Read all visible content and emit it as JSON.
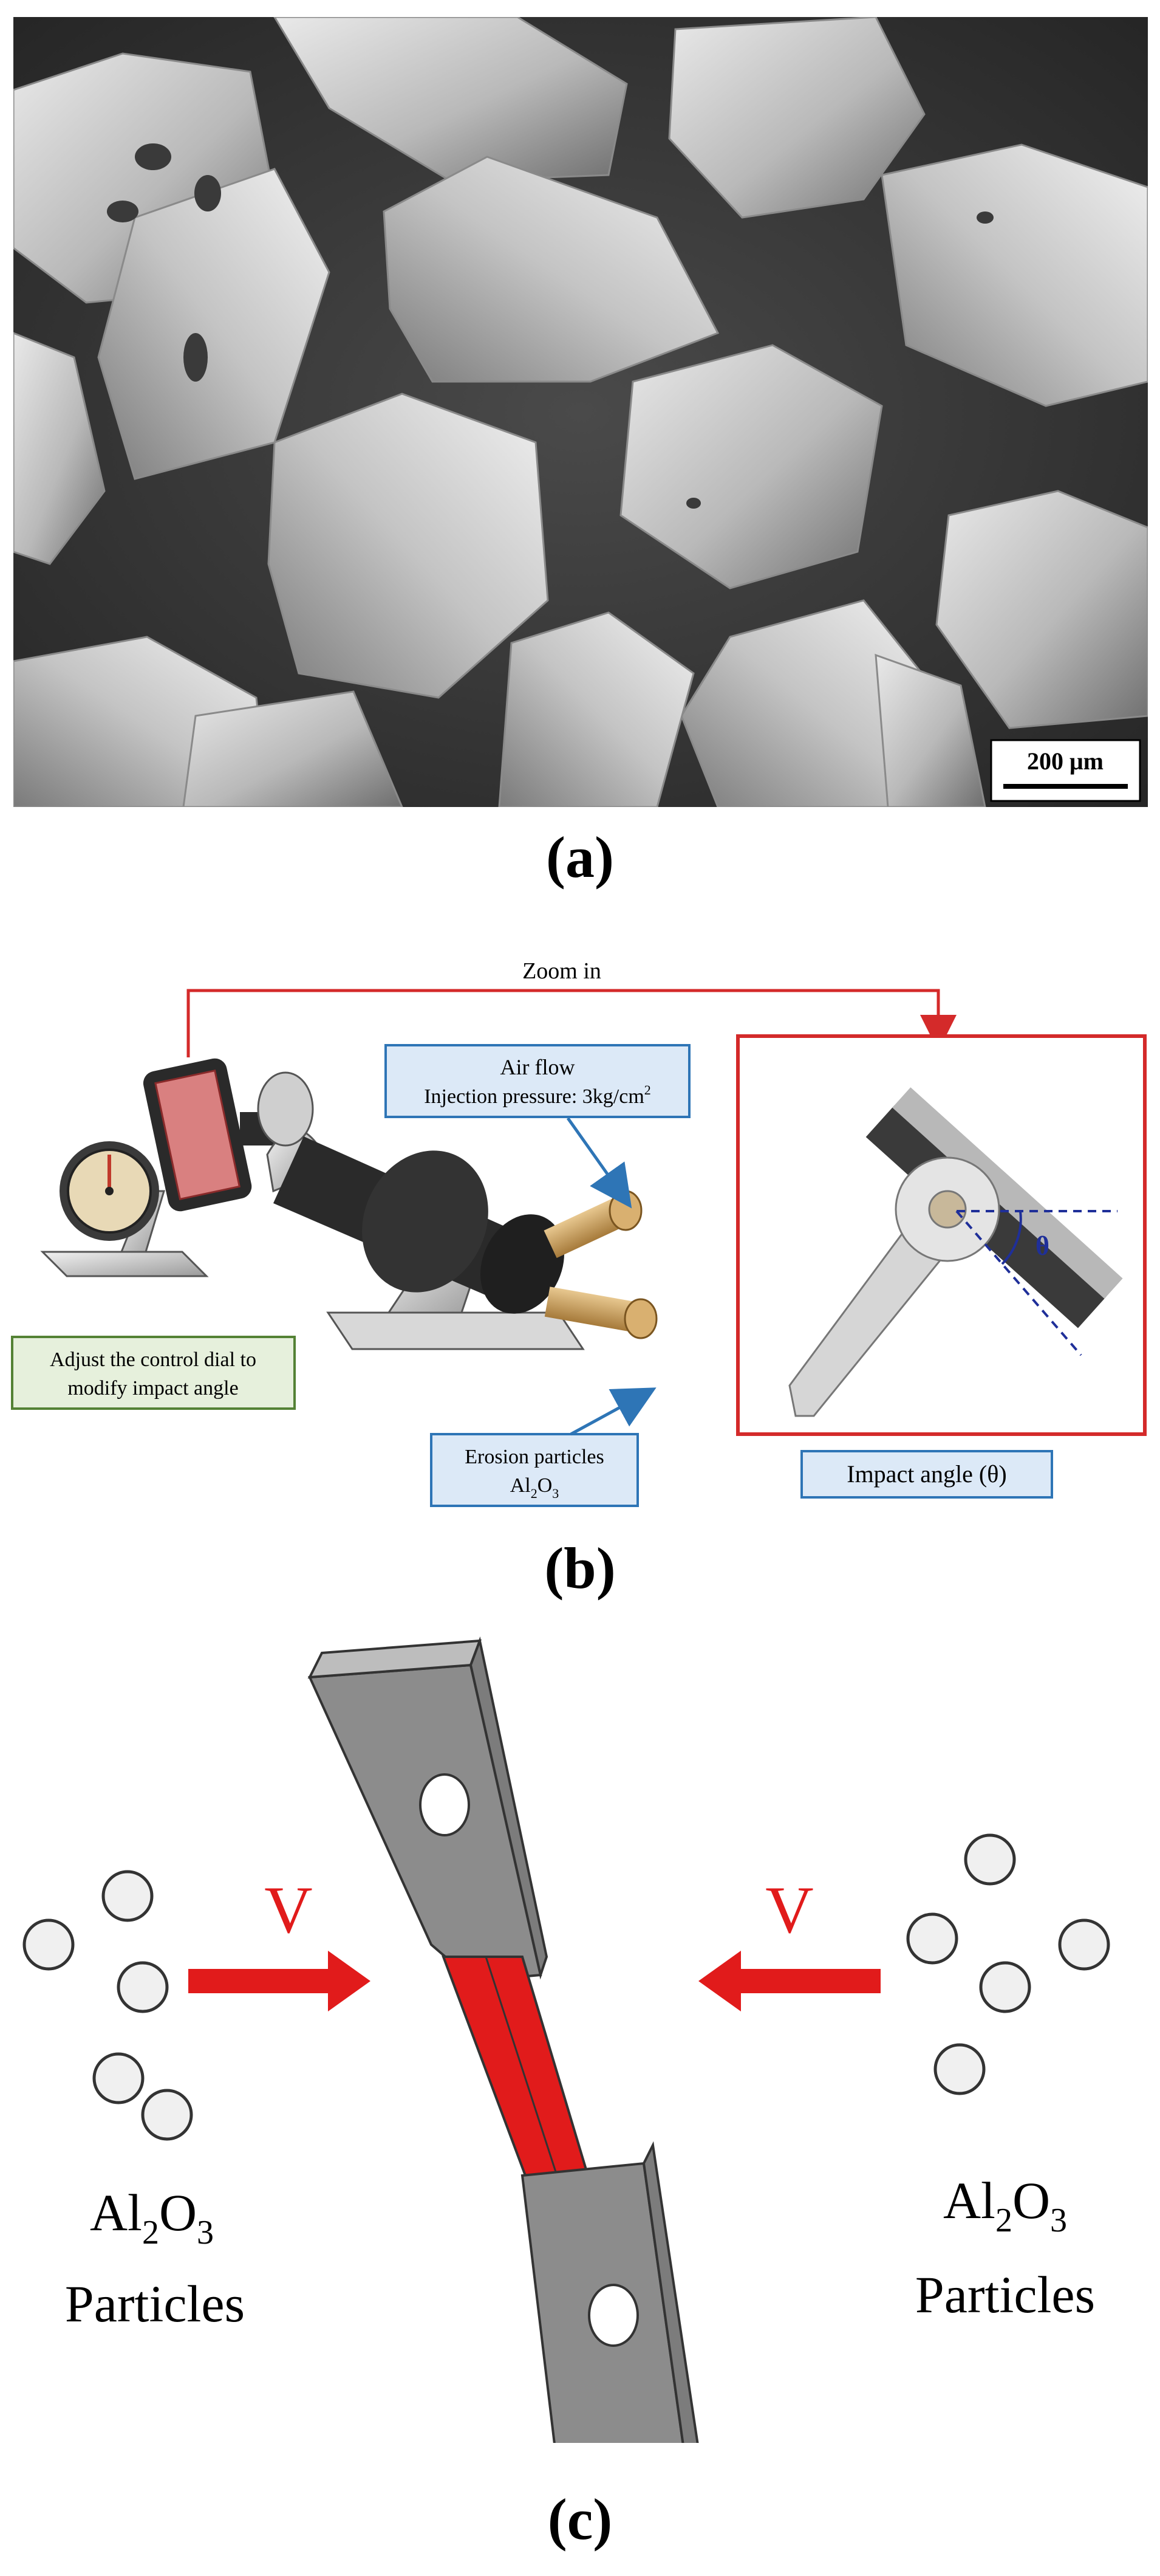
{
  "panel_a": {
    "scale_bar": "200 μm",
    "caption": "(a)"
  },
  "panel_b": {
    "zoom_label": "Zoom in",
    "air_flow_line1": "Air flow",
    "air_flow_line2": "Injection pressure: 3kg/cm",
    "air_flow_sup": "2",
    "dial_line1": "Adjust the control dial to",
    "dial_line2": "modify impact angle",
    "erosion_line1": "Erosion particles",
    "erosion_line2_pre": "Al",
    "erosion_line2_sub1": "2",
    "erosion_line2_mid": "O",
    "erosion_line2_sub2": "3",
    "impact_angle_label": "Impact angle (θ)",
    "theta_symbol": "θ",
    "caption": "(b)"
  },
  "panel_c": {
    "velocity_left": "V",
    "velocity_right": "V",
    "formula_pre": "Al",
    "formula_sub1": "2",
    "formula_mid": "O",
    "formula_sub2": "3",
    "particles_label": "Particles",
    "caption": "(c)"
  },
  "colors": {
    "highlight_red": "#e11b1b",
    "frame_red": "#d42a2a",
    "blue_box": "#2e75b6",
    "blue_box_fill": "#dce9f7",
    "green_box": "#548235",
    "green_box_fill": "#e6f0dc"
  }
}
